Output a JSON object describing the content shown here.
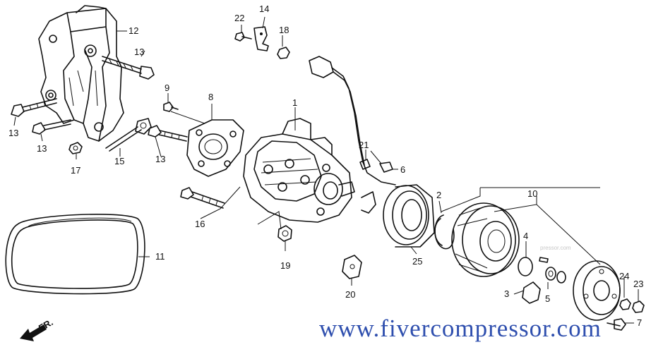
{
  "diagram": {
    "direction_label": "FR.",
    "callouts": [
      {
        "id": "c1",
        "text": "1"
      },
      {
        "id": "c2",
        "text": "2"
      },
      {
        "id": "c3",
        "text": "3"
      },
      {
        "id": "c4",
        "text": "4"
      },
      {
        "id": "c5",
        "text": "5"
      },
      {
        "id": "c6",
        "text": "6"
      },
      {
        "id": "c7",
        "text": "7"
      },
      {
        "id": "c8",
        "text": "8"
      },
      {
        "id": "c9",
        "text": "9"
      },
      {
        "id": "c10",
        "text": "10"
      },
      {
        "id": "c11",
        "text": "11"
      },
      {
        "id": "c12",
        "text": "12"
      },
      {
        "id": "c13a",
        "text": "13"
      },
      {
        "id": "c13b",
        "text": "13"
      },
      {
        "id": "c13c",
        "text": "13"
      },
      {
        "id": "c13d",
        "text": "13"
      },
      {
        "id": "c14",
        "text": "14"
      },
      {
        "id": "c15",
        "text": "15"
      },
      {
        "id": "c16",
        "text": "16"
      },
      {
        "id": "c17",
        "text": "17"
      },
      {
        "id": "c18",
        "text": "18"
      },
      {
        "id": "c19",
        "text": "19"
      },
      {
        "id": "c20",
        "text": "20"
      },
      {
        "id": "c21",
        "text": "21"
      },
      {
        "id": "c22",
        "text": "22"
      },
      {
        "id": "c23",
        "text": "23"
      },
      {
        "id": "c24",
        "text": "24"
      },
      {
        "id": "c25",
        "text": "25"
      }
    ],
    "faint_watermark": "pressor.com"
  },
  "watermark": "www.fivercompressor.com"
}
